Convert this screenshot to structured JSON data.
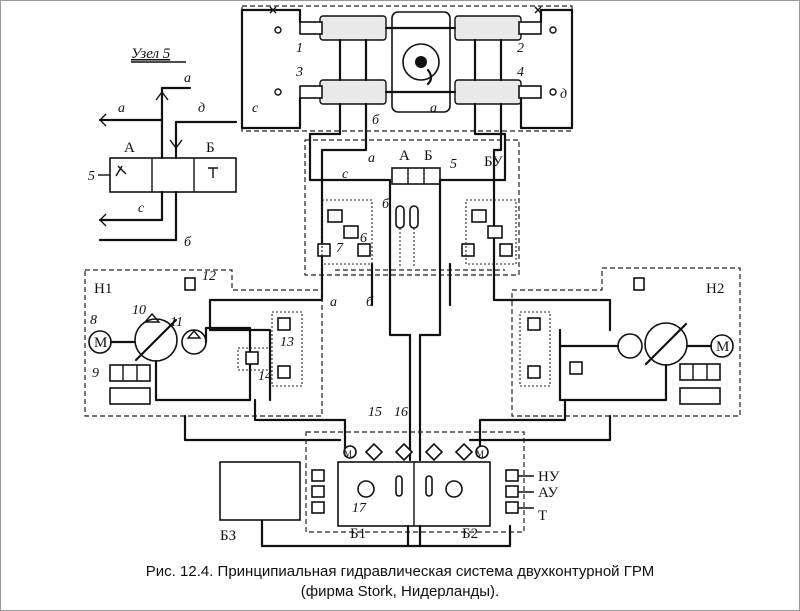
{
  "caption": {
    "line1": "Рис. 12.4. Принципиальная гидравлическая система двухконтурной ГРМ",
    "line2": "(фирма Stork, Нидерланды)."
  },
  "inset": {
    "title": "Узел 5",
    "valve_left": "А",
    "valve_right": "Б",
    "item": "5",
    "lines": [
      "а",
      "а",
      "д",
      "с",
      "б"
    ]
  },
  "blocks": {
    "control_unit": "БУ",
    "pump_left": "Н1",
    "pump_right": "Н2",
    "tank": "БЗ",
    "tank_b1": "Б1",
    "tank_b2": "Б2",
    "level": "НУ",
    "alarm": "АУ",
    "temp": "Т",
    "valve_a": "А",
    "valve_b": "Б"
  },
  "numbers": [
    "1",
    "2",
    "3",
    "4",
    "5",
    "6",
    "7",
    "8",
    "9",
    "10",
    "11",
    "12",
    "13",
    "14",
    "15",
    "16",
    "17"
  ],
  "letters": {
    "a": "а",
    "b": "б",
    "c": "с",
    "d": "д"
  },
  "motor_symbol": "М"
}
